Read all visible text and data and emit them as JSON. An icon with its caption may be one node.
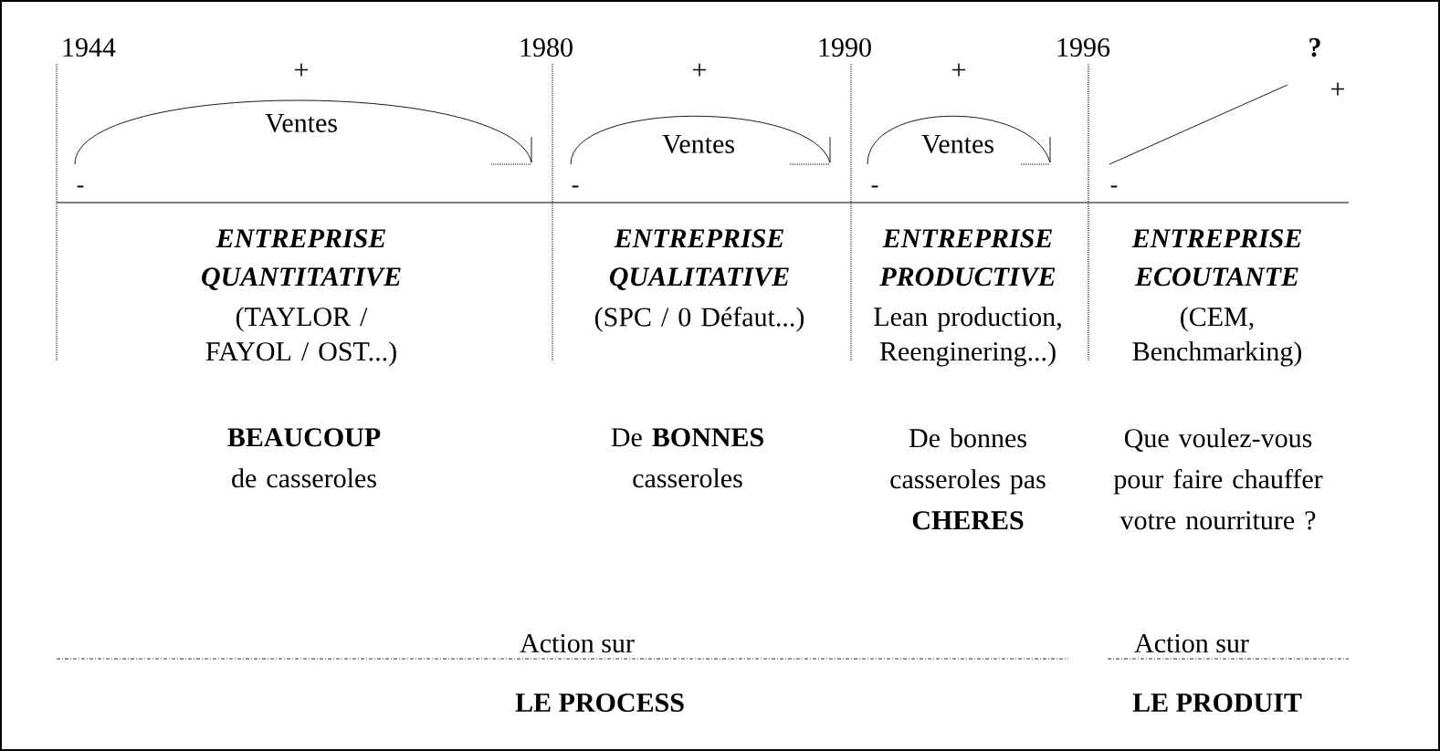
{
  "diagram": {
    "labels": [
      "1944",
      "1980",
      "1990",
      "1996",
      "?",
      "+",
      "+",
      "+",
      "+",
      "Ventes",
      "Ventes",
      "Ventes",
      "-",
      "-",
      "-",
      "-",
      "ENTREPRISE QUANTITATIVE",
      "ENTREPRISE QUALITATIVE",
      "ENTREPRISE PRODUCTIVE",
      "ENTREPRISE ECOUTANTE",
      "(TAYLOR / FAYOL / OST...)",
      "(SPC / 0 Défaut...)",
      "Lean production, Reenginering...)",
      "(CEM, Benchmarking)",
      "**BEAUCOUP** de casseroles",
      "De **BONNES** casseroles",
      "De bonnes casseroles pas **CHERES**",
      "Que voulez-vous pour faire chauffer votre nourriture ?",
      "Action sur",
      "Action sur",
      "LE PROCESS",
      "LE PRODUIT"
    ]
  }
}
